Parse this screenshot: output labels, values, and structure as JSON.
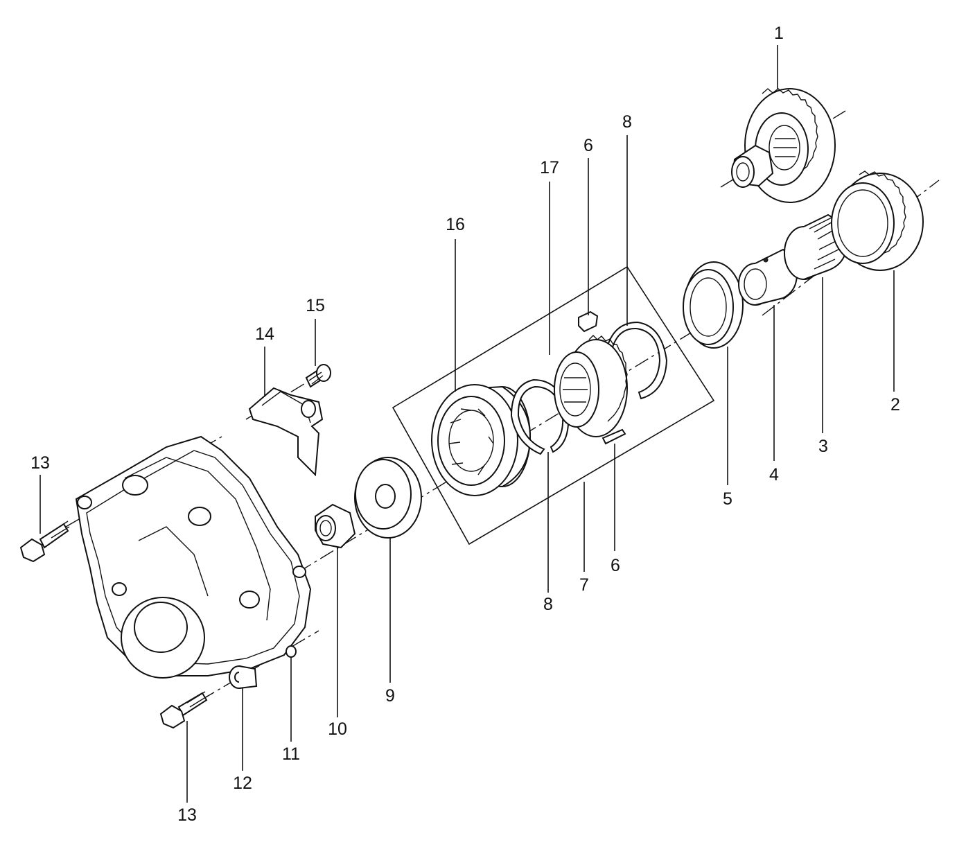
{
  "diagram": {
    "callouts": [
      {
        "id": "1",
        "text": "1"
      },
      {
        "id": "2",
        "text": "2"
      },
      {
        "id": "3",
        "text": "3"
      },
      {
        "id": "4",
        "text": "4"
      },
      {
        "id": "5",
        "text": "5"
      },
      {
        "id": "6a",
        "text": "6"
      },
      {
        "id": "6b",
        "text": "6"
      },
      {
        "id": "7",
        "text": "7"
      },
      {
        "id": "8a",
        "text": "8"
      },
      {
        "id": "8b",
        "text": "8"
      },
      {
        "id": "9",
        "text": "9"
      },
      {
        "id": "10",
        "text": "10"
      },
      {
        "id": "11",
        "text": "11"
      },
      {
        "id": "12",
        "text": "12"
      },
      {
        "id": "13a",
        "text": "13"
      },
      {
        "id": "13b",
        "text": "13"
      },
      {
        "id": "14",
        "text": "14"
      },
      {
        "id": "15",
        "text": "15"
      },
      {
        "id": "16",
        "text": "16"
      },
      {
        "id": "17",
        "text": "17"
      }
    ]
  }
}
